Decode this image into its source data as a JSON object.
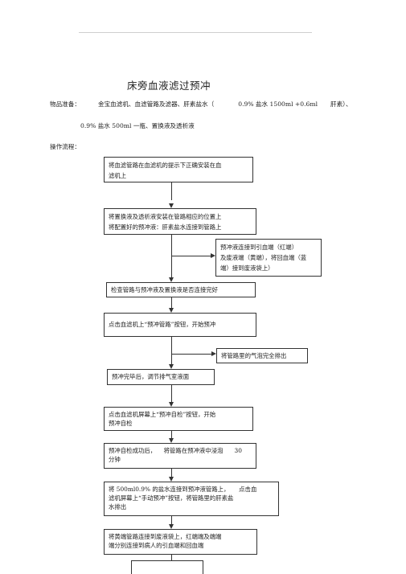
{
  "title": "床旁血液滤过预冲",
  "materials": {
    "label": "物品准备：",
    "line1_a": "金宝血滤机、血滤管路及滤器、肝素盐水（",
    "line1_b": "0.9% 盐水 1500ml +0.6ml",
    "line1_c": "肝素）、",
    "line2": "0.9% 盐水 500ml 一瓶、置换液及透析液"
  },
  "process_label": "操作流程：",
  "steps": [
    [
      "将血滤管路在血滤机的提示下正确安装在血",
      "滤机上"
    ],
    [
      "将置换液及透析液安装在管路相应的位置上",
      "将配置好的预冲液：肝素盐水连接到管路上"
    ],
    [
      "检查管路与预冲液及置换液是否连接完好"
    ],
    [
      "点击血滤机上“预冲管路”按钮，开始预冲"
    ],
    [
      "预冲完毕后，调节排气室液面"
    ],
    [
      "点击血滤机屏幕上“预冲自检”按钮，开始",
      "预冲自检"
    ],
    [
      "预冲自检成功后，    将管路在预冲液中浸泡      30",
      "分钟"
    ],
    [
      "将 500ml0.9% 的盐水连接到预冲液管路上，     点击血",
      "滤机屏幕上“手动预冲”按钮，将管路里的肝素盐",
      "水排出"
    ],
    [
      "将黄端管路连接到废液袋上，红端端及端端",
      "端分别连接到病人的引血端和回血端"
    ]
  ],
  "side_notes": [
    [
      "预冲液连接到引血端（红端）",
      "及废液端（黄端），将回血端（蓝",
      "端）接到废液袋上）"
    ],
    [
      "将管路里的气泡完全排出"
    ]
  ]
}
